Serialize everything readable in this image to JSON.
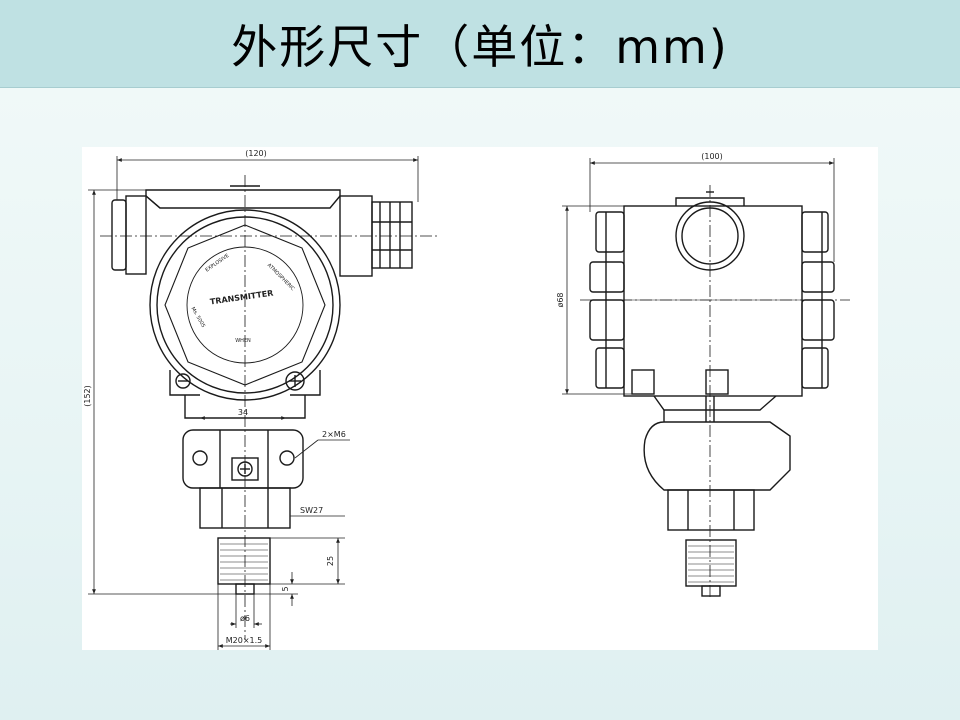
{
  "title": "外形尺寸（单位：mm)",
  "front_view": {
    "width_dim": "(120)",
    "height_dim": "(152)",
    "nameplate": "TRANSMITTER",
    "plate_top_left": "EXPLOSIVE",
    "plate_top_right": "ATMOSPHERIC",
    "plate_mid_left": "Ms. 5005",
    "plate_bottom": "WHEN",
    "hole_spacing": "34",
    "mount_thread": "2×M6",
    "hex_size": "SW27",
    "thread_length": "25",
    "tip_length": "5",
    "bore_dia": "ø6",
    "connection_thread": "M20×1.5"
  },
  "side_view": {
    "width_dim": "(100)",
    "cover_dia": "ø68"
  },
  "colors": {
    "title_band": "#bfe1e3",
    "line": "#1a1a1a",
    "panel": "#ffffff"
  }
}
